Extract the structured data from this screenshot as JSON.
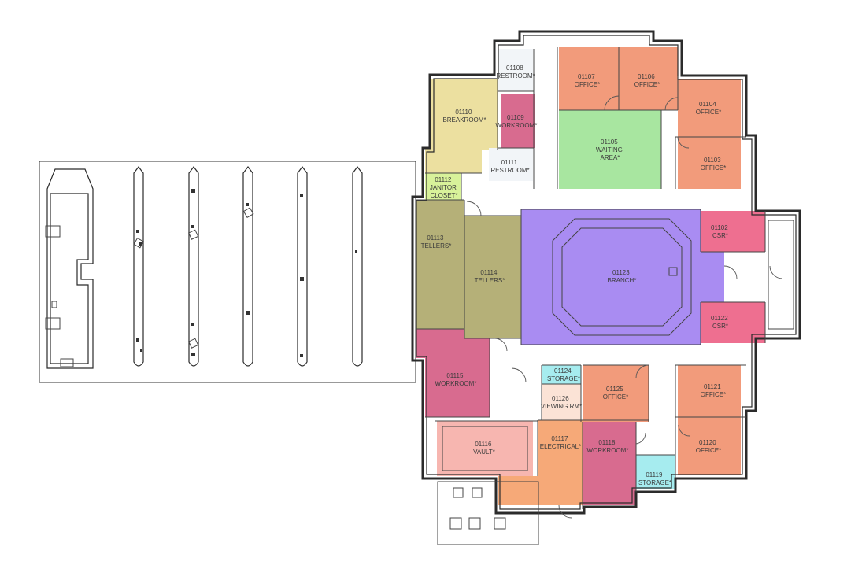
{
  "colors": {
    "office": "#f29b7b",
    "waiting": "#a8e6a0",
    "branch": "#a98cf2",
    "csr": "#ee6f90",
    "tellers": "#b5b078",
    "workroom": "#d86b8f",
    "breakroom": "#ece0a0",
    "restroom": "#f2f5f8",
    "janitor": "#d8f29a",
    "storage": "#a6ecef",
    "viewing": "#fbe3d6",
    "vault": "#f7b6b0",
    "electrical": "#f6a978",
    "parking": "#ffffff"
  },
  "rooms": [
    {
      "id": "r01108",
      "number": "01108",
      "name": "RESTROOM*",
      "kind": "restroom"
    },
    {
      "id": "r01107",
      "number": "01107",
      "name": "OFFICE*",
      "kind": "office"
    },
    {
      "id": "r01106",
      "number": "01106",
      "name": "OFFICE*",
      "kind": "office"
    },
    {
      "id": "r01110",
      "number": "01110",
      "name": "BREAKROOM*",
      "kind": "breakroom"
    },
    {
      "id": "r01109",
      "number": "01109",
      "name": "WORKROOM*",
      "kind": "workroom"
    },
    {
      "id": "r01104",
      "number": "01104",
      "name": "OFFICE*",
      "kind": "office"
    },
    {
      "id": "r01105",
      "number": "01105",
      "name": [
        "WAITING",
        "AREA*"
      ],
      "kind": "waiting"
    },
    {
      "id": "r01103",
      "number": "01103",
      "name": "OFFICE*",
      "kind": "office"
    },
    {
      "id": "r01111",
      "number": "01111",
      "name": "RESTROOM*",
      "kind": "restroom"
    },
    {
      "id": "r01112",
      "number": "01112",
      "name": [
        "JANITOR",
        "CLOSET*"
      ],
      "kind": "janitor"
    },
    {
      "id": "r01102",
      "number": "01102",
      "name": "CSR*",
      "kind": "csr"
    },
    {
      "id": "r01113",
      "number": "01113",
      "name": "TELLERS*",
      "kind": "tellers"
    },
    {
      "id": "r01114",
      "number": "01114",
      "name": "TELLERS*",
      "kind": "tellers"
    },
    {
      "id": "r01123",
      "number": "01123",
      "name": "BRANCH*",
      "kind": "branch"
    },
    {
      "id": "r01122",
      "number": "01122",
      "name": "CSR*",
      "kind": "csr"
    },
    {
      "id": "r01124",
      "number": "01124",
      "name": "STORAGE*",
      "kind": "storage"
    },
    {
      "id": "r01115",
      "number": "01115",
      "name": "WORKROOM*",
      "kind": "workroom"
    },
    {
      "id": "r01125",
      "number": "01125",
      "name": "OFFICE*",
      "kind": "office"
    },
    {
      "id": "r01121",
      "number": "01121",
      "name": "OFFICE*",
      "kind": "office"
    },
    {
      "id": "r01126",
      "number": "01126",
      "name": "VIEWING RM*",
      "kind": "viewing"
    },
    {
      "id": "r01116",
      "number": "01116",
      "name": "VAULT*",
      "kind": "vault"
    },
    {
      "id": "r01117",
      "number": "01117",
      "name": "ELECTRICAL*",
      "kind": "electrical"
    },
    {
      "id": "r01118",
      "number": "01118",
      "name": "WORKROOM*",
      "kind": "workroom"
    },
    {
      "id": "r01120",
      "number": "01120",
      "name": "OFFICE*",
      "kind": "office"
    },
    {
      "id": "r01119",
      "number": "01119",
      "name": "STORAGE*",
      "kind": "storage"
    }
  ]
}
